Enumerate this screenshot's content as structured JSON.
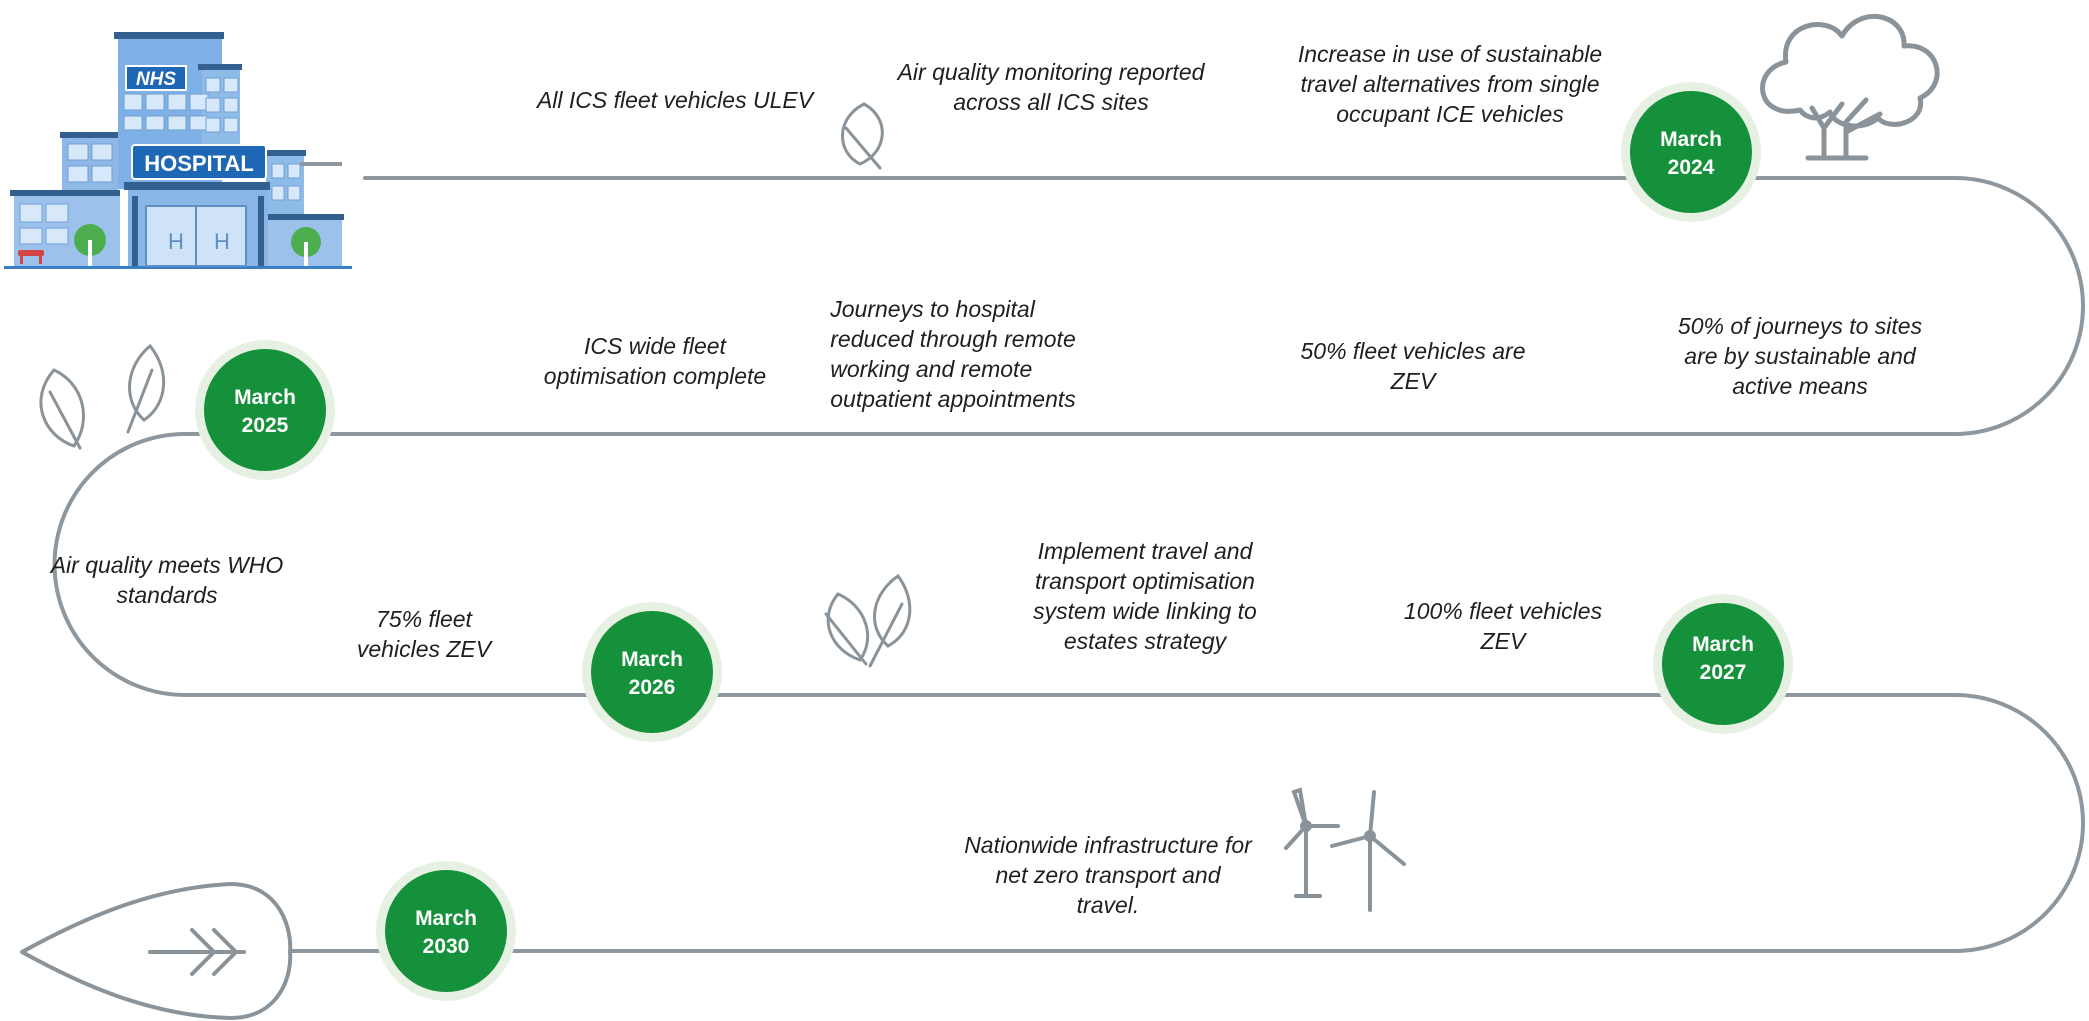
{
  "hospital": {
    "nhs_logo": "NHS",
    "sign": "HOSPITAL",
    "door_letter": "H"
  },
  "colors": {
    "road": "#8e979e",
    "milestone": "#14913a",
    "milestone_ring": "#e6f1e4",
    "icon_stroke": "#8a9399"
  },
  "milestones": [
    {
      "month": "March",
      "year": "2024"
    },
    {
      "month": "March",
      "year": "2025"
    },
    {
      "month": "March",
      "year": "2026"
    },
    {
      "month": "March",
      "year": "2027"
    },
    {
      "month": "March",
      "year": "2030"
    }
  ],
  "goals": [
    {
      "lines": [
        "All ICS fleet vehicles ULEV"
      ]
    },
    {
      "lines": [
        "Air quality monitoring reported",
        "across all ICS sites"
      ]
    },
    {
      "lines": [
        "Increase in use of sustainable",
        "travel alternatives from single",
        "occupant ICE vehicles"
      ]
    },
    {
      "lines": [
        "ICS wide fleet",
        "optimisation complete"
      ]
    },
    {
      "lines": [
        "Journeys to hospital",
        "reduced through remote",
        "working and remote",
        "outpatient appointments"
      ]
    },
    {
      "lines": [
        "50% fleet vehicles are",
        "ZEV"
      ]
    },
    {
      "lines": [
        "50% of journeys to sites",
        "are by sustainable and",
        "active means"
      ]
    },
    {
      "lines": [
        "Air quality meets WHO",
        "standards"
      ]
    },
    {
      "lines": [
        "75% fleet",
        "vehicles ZEV"
      ]
    },
    {
      "lines": [
        "Implement travel and",
        "transport optimisation",
        "system wide linking to",
        "estates strategy"
      ]
    },
    {
      "lines": [
        "100% fleet vehicles",
        "ZEV"
      ]
    },
    {
      "lines": [
        "Nationwide infrastructure for",
        "net zero transport and",
        "travel."
      ]
    }
  ],
  "icons": [
    "hospital-icon",
    "tree-icon",
    "leaf-icon",
    "two-leaves-icon",
    "leaf-pair-icon",
    "wind-turbines-icon",
    "big-leaf-arrow-icon"
  ]
}
